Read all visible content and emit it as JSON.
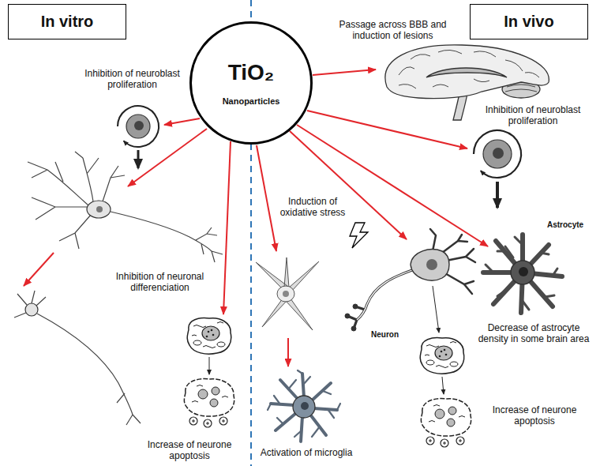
{
  "diagram": {
    "nodes": [
      {
        "text": [
          "In vitro"
        ]
      },
      {
        "text": [
          "In vivo"
        ]
      },
      {
        "text": [
          "TiO₂",
          "Nanoparticles"
        ]
      }
    ],
    "labels": [
      "Inhibition of neuroblast proliferation",
      "Passage across BBB and induction of lesions",
      "Inhibition of neuroblast proliferation",
      "Induction of oxidative stress",
      "Inhibition of neuronal differenciation",
      "Astrocyte",
      "Neuron",
      "Decrease of astrocyte density in some brain area",
      "Increase of neurone apoptosis",
      "Increase of neurone apoptosis",
      "Activation of microglia"
    ]
  }
}
